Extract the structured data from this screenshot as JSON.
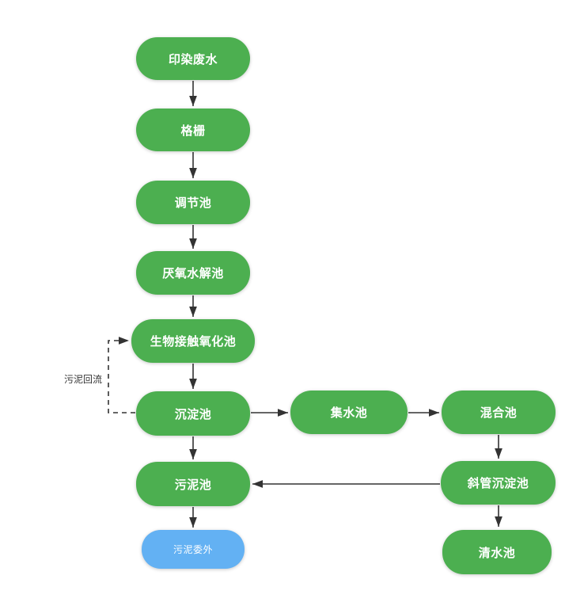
{
  "diagram": {
    "type": "flowchart",
    "topic": "printing-dyeing wastewater treatment process",
    "colors": {
      "node_green": "#4caf50",
      "node_blue": "#63b1f3",
      "node_text": "#ffffff",
      "arrow": "#333333",
      "label_text": "#333333",
      "background": "#ffffff"
    }
  },
  "nodes": [
    {
      "label": "印染废水",
      "color": "green"
    },
    {
      "label": "格栅",
      "color": "green"
    },
    {
      "label": "调节池",
      "color": "green"
    },
    {
      "label": "厌氧水解池",
      "color": "green"
    },
    {
      "label": "生物接触氧化池",
      "color": "green"
    },
    {
      "label": "沉淀池",
      "color": "green"
    },
    {
      "label": "污泥池",
      "color": "green"
    },
    {
      "label": "污泥委外",
      "color": "blue"
    },
    {
      "label": "集水池",
      "color": "green"
    },
    {
      "label": "混合池",
      "color": "green"
    },
    {
      "label": "斜管沉淀池",
      "color": "green"
    },
    {
      "label": "清水池",
      "color": "green"
    }
  ],
  "annotations": {
    "sludge_reflux_label": "污泥回流"
  },
  "edges": [
    {
      "from": "印染废水",
      "to": "格栅",
      "style": "solid"
    },
    {
      "from": "格栅",
      "to": "调节池",
      "style": "solid"
    },
    {
      "from": "调节池",
      "to": "厌氧水解池",
      "style": "solid"
    },
    {
      "from": "厌氧水解池",
      "to": "生物接触氧化池",
      "style": "solid"
    },
    {
      "from": "生物接触氧化池",
      "to": "沉淀池",
      "style": "solid"
    },
    {
      "from": "沉淀池",
      "to": "污泥池",
      "style": "solid"
    },
    {
      "from": "污泥池",
      "to": "污泥委外",
      "style": "solid"
    },
    {
      "from": "沉淀池",
      "to": "集水池",
      "style": "solid"
    },
    {
      "from": "集水池",
      "to": "混合池",
      "style": "solid"
    },
    {
      "from": "混合池",
      "to": "斜管沉淀池",
      "style": "solid"
    },
    {
      "from": "斜管沉淀池",
      "to": "污泥池",
      "style": "solid"
    },
    {
      "from": "斜管沉淀池",
      "to": "清水池",
      "style": "solid"
    },
    {
      "from": "沉淀池",
      "to": "生物接触氧化池",
      "style": "dashed",
      "label": "污泥回流"
    }
  ]
}
